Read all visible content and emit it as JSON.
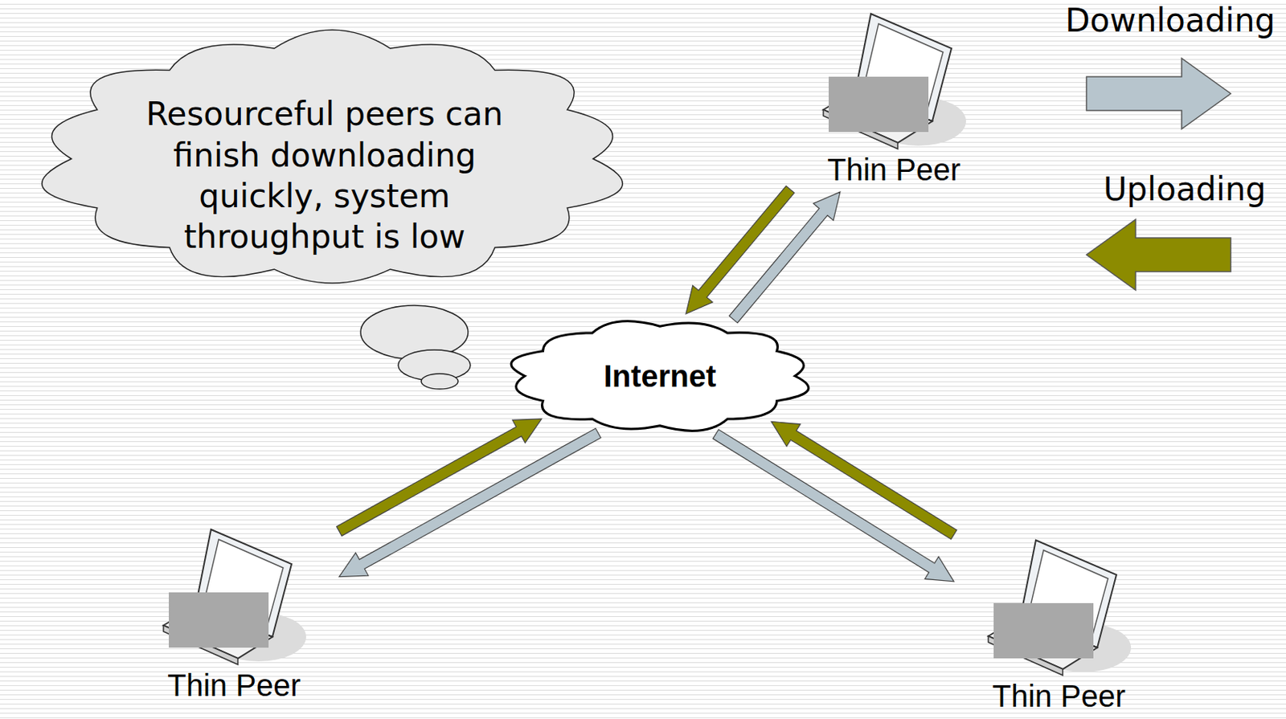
{
  "diagram": {
    "nodes": [
      {
        "text": [
          "Resourceful peers can finish downloading quickly, system throughput is low"
        ]
      },
      {
        "text": [
          "Thin Peer"
        ]
      },
      {
        "text": [
          "Internet"
        ]
      },
      {
        "text": [
          "Thin Peer"
        ]
      },
      {
        "text": [
          "Thin Peer"
        ]
      }
    ],
    "edges": [
      {
        "from": 1,
        "to": 2,
        "arrow": "to"
      },
      {
        "from": 2,
        "to": 1,
        "arrow": "to"
      },
      {
        "from": 3,
        "to": 2,
        "arrow": "to"
      },
      {
        "from": 2,
        "to": 3,
        "arrow": "to"
      },
      {
        "from": 4,
        "to": 2,
        "arrow": "to"
      },
      {
        "from": 2,
        "to": 4,
        "arrow": "to"
      }
    ],
    "legend": [
      {
        "text": "Downloading",
        "color": "#b7c5cd"
      },
      {
        "text": "Uploading",
        "color": "#8c8b00"
      }
    ]
  }
}
